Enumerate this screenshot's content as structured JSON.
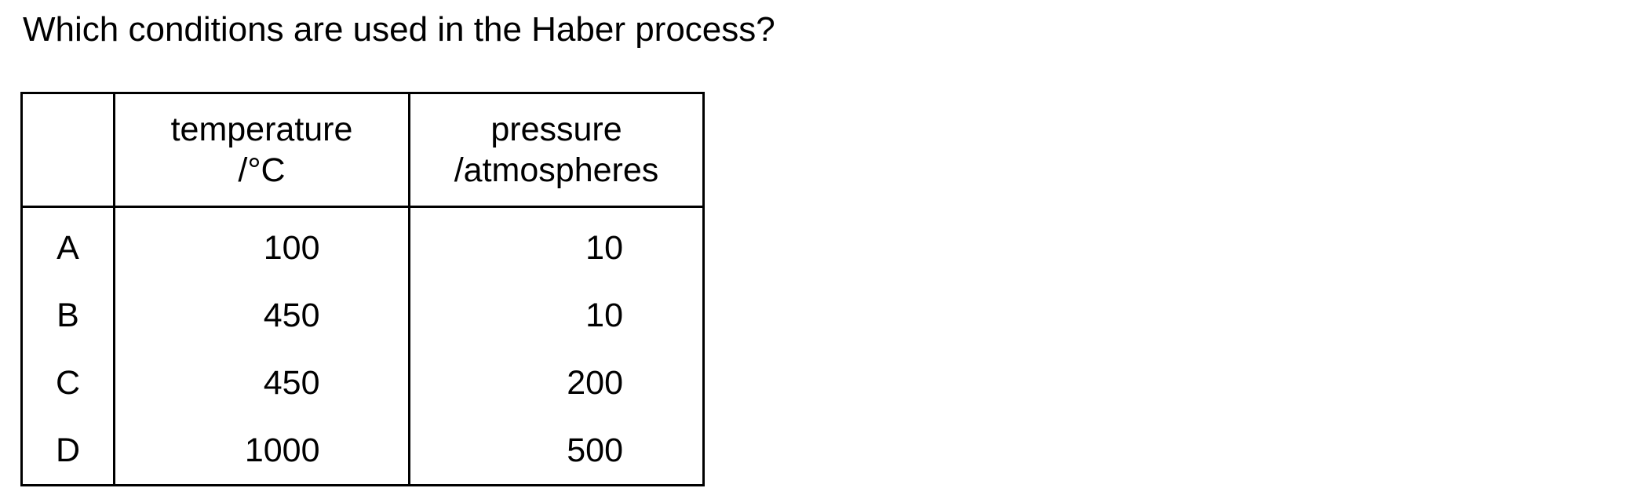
{
  "question": "Which conditions are used in the Haber process?",
  "table": {
    "headers": {
      "option": "",
      "temperature": {
        "line1": "temperature",
        "line2": "/°C"
      },
      "pressure": {
        "line1": "pressure",
        "line2": "/atmospheres"
      }
    },
    "rows": [
      {
        "option": "A",
        "temperature": "100",
        "pressure": "10"
      },
      {
        "option": "B",
        "temperature": "450",
        "pressure": "10"
      },
      {
        "option": "C",
        "temperature": "450",
        "pressure": "200"
      },
      {
        "option": "D",
        "temperature": "1000",
        "pressure": "500"
      }
    ]
  }
}
